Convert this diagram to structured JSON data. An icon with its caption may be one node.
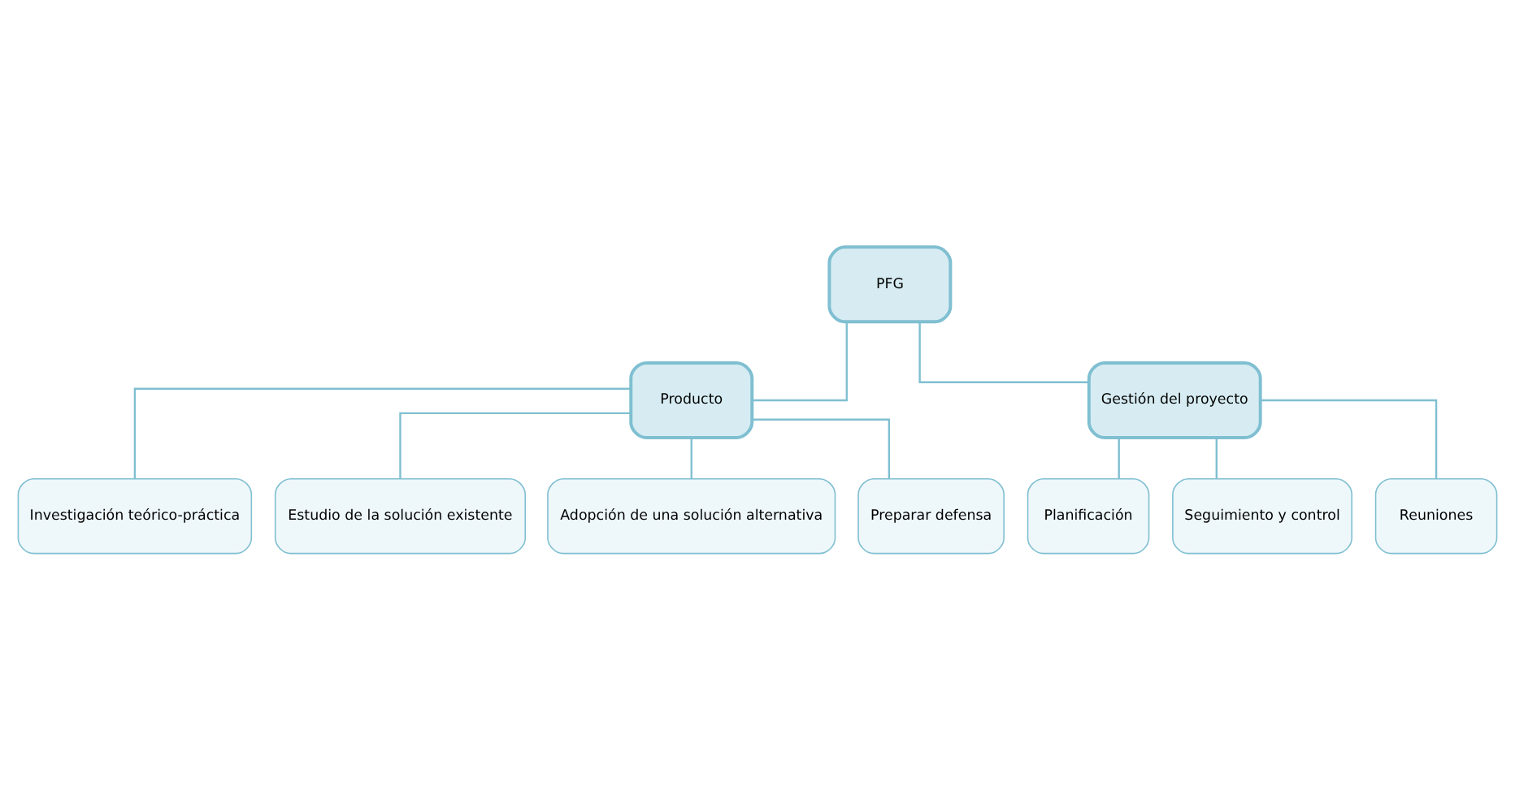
{
  "diagram": {
    "nodes": [
      {
        "text": [
          "PFG"
        ]
      },
      {
        "text": [
          "Producto"
        ]
      },
      {
        "text": [
          "Gestión del proyecto"
        ]
      },
      {
        "text": [
          "Investigación teórico-práctica"
        ]
      },
      {
        "text": [
          "Estudio de la solución existente"
        ]
      },
      {
        "text": [
          "Adopción de una solución alternativa"
        ]
      },
      {
        "text": [
          "Preparar defensa"
        ]
      },
      {
        "text": [
          "Planificación"
        ]
      },
      {
        "text": [
          "Seguimiento y control"
        ]
      },
      {
        "text": [
          "Reuniones"
        ]
      }
    ],
    "edges": [
      {
        "from": 0,
        "to": 1,
        "arrow": "none"
      },
      {
        "from": 0,
        "to": 2,
        "arrow": "none"
      },
      {
        "from": 1,
        "to": 3,
        "arrow": "none"
      },
      {
        "from": 1,
        "to": 4,
        "arrow": "none"
      },
      {
        "from": 1,
        "to": 5,
        "arrow": "none"
      },
      {
        "from": 1,
        "to": 6,
        "arrow": "none"
      },
      {
        "from": 2,
        "to": 7,
        "arrow": "none"
      },
      {
        "from": 2,
        "to": 8,
        "arrow": "none"
      },
      {
        "from": 2,
        "to": 9,
        "arrow": "none"
      }
    ]
  }
}
